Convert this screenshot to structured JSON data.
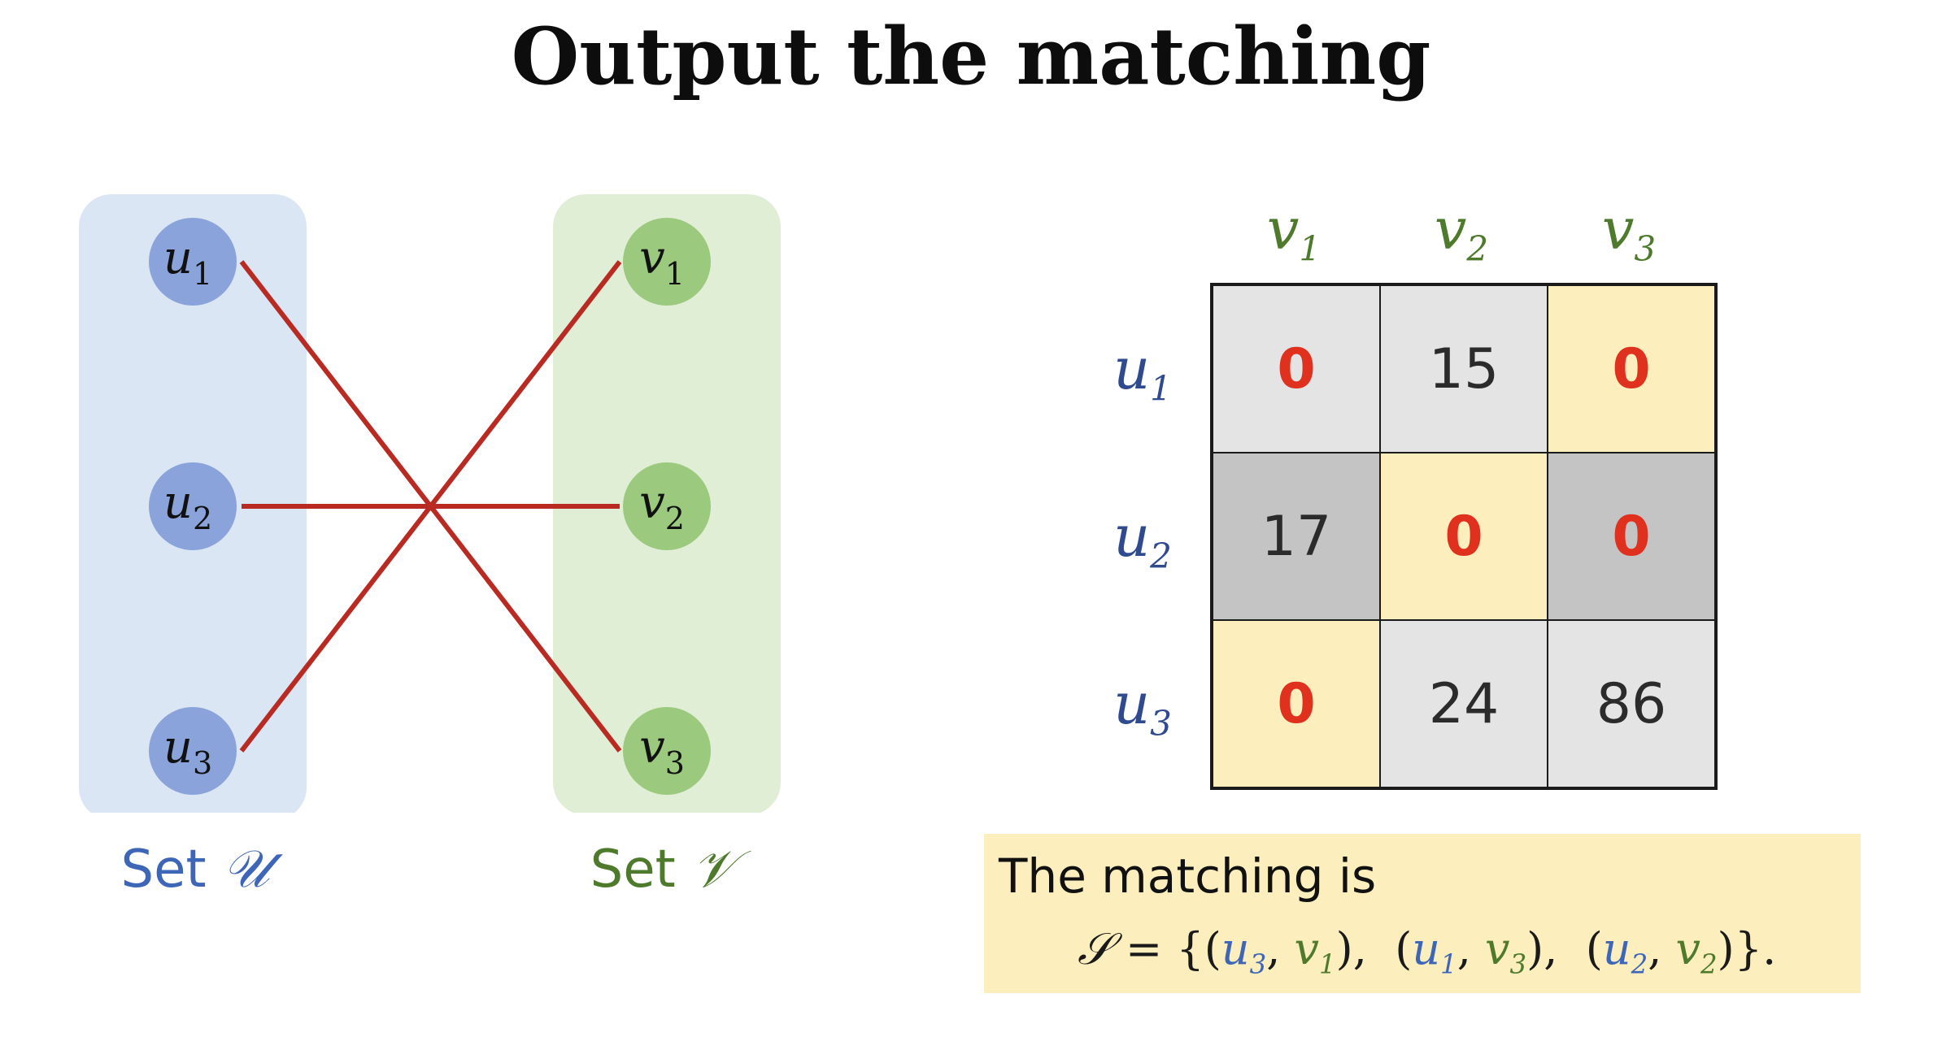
{
  "title": "Output the matching",
  "graph": {
    "set_u": {
      "label": "Set",
      "symbol": "𝒰",
      "nodes": [
        {
          "base": "u",
          "sub": "1"
        },
        {
          "base": "u",
          "sub": "2"
        },
        {
          "base": "u",
          "sub": "3"
        }
      ]
    },
    "set_v": {
      "label": "Set",
      "symbol": "𝒱",
      "nodes": [
        {
          "base": "v",
          "sub": "1"
        },
        {
          "base": "v",
          "sub": "2"
        },
        {
          "base": "v",
          "sub": "3"
        }
      ]
    },
    "edges": [
      {
        "from": "u1",
        "to": "v3"
      },
      {
        "from": "u2",
        "to": "v2"
      },
      {
        "from": "u3",
        "to": "v1"
      }
    ],
    "colors": {
      "u_panel": "#dae6f4",
      "v_panel": "#e1eed6",
      "u_node": "#8aa3da",
      "v_node": "#9bc97d",
      "edge": "#b92b22"
    }
  },
  "matrix": {
    "col_headers": [
      {
        "base": "v",
        "sub": "1"
      },
      {
        "base": "v",
        "sub": "2"
      },
      {
        "base": "v",
        "sub": "3"
      }
    ],
    "row_headers": [
      {
        "base": "u",
        "sub": "1"
      },
      {
        "base": "u",
        "sub": "2"
      },
      {
        "base": "u",
        "sub": "3"
      }
    ],
    "rows": [
      [
        {
          "value": "0",
          "zero": true,
          "bg": "#e4e4e4"
        },
        {
          "value": "15",
          "zero": false,
          "bg": "#e4e4e4"
        },
        {
          "value": "0",
          "zero": true,
          "bg": "#fdeebd"
        }
      ],
      [
        {
          "value": "17",
          "zero": false,
          "bg": "#c4c4c4"
        },
        {
          "value": "0",
          "zero": true,
          "bg": "#fdeebd"
        },
        {
          "value": "0",
          "zero": true,
          "bg": "#c4c4c4"
        }
      ],
      [
        {
          "value": "0",
          "zero": true,
          "bg": "#fdeebd"
        },
        {
          "value": "24",
          "zero": false,
          "bg": "#e4e4e4"
        },
        {
          "value": "86",
          "zero": false,
          "bg": "#e4e4e4"
        }
      ]
    ]
  },
  "result": {
    "line1": "The matching is",
    "set_symbol": "𝒮",
    "pairs": [
      {
        "u": "3",
        "v": "1"
      },
      {
        "u": "1",
        "v": "3"
      },
      {
        "u": "2",
        "v": "2"
      }
    ]
  }
}
